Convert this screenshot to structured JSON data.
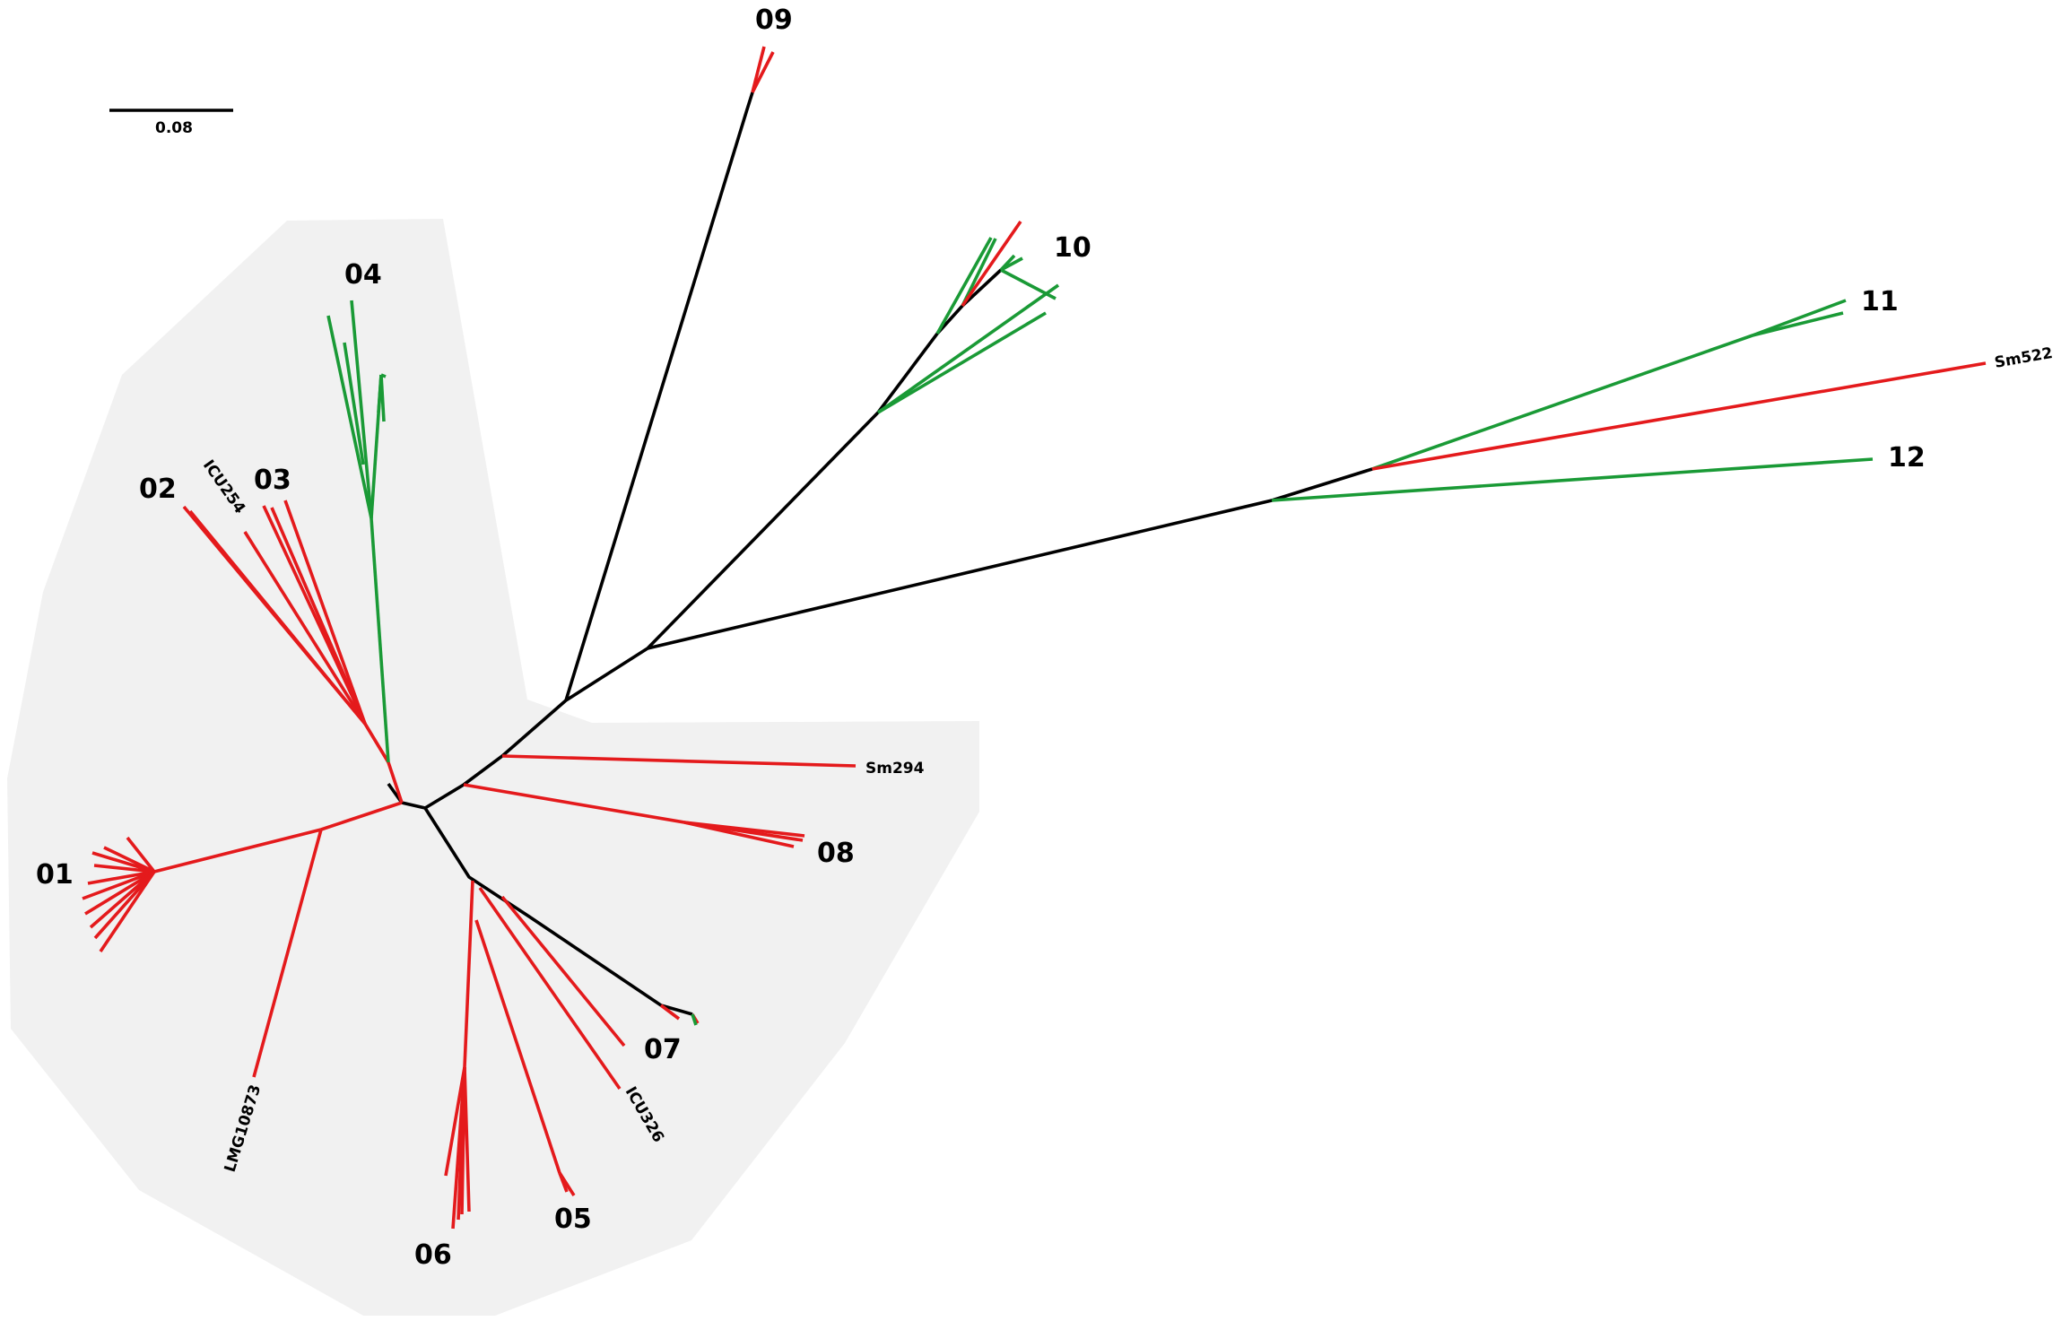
{
  "colors": {
    "background": "#ffffff",
    "shaded_region": "#f1f1f1",
    "backbone": "#000000",
    "red_branches": "#e41a1c",
    "green_branches": "#1a9a36"
  },
  "scale_bar": {
    "label": "0.08"
  },
  "cluster_labels": [
    "01",
    "02",
    "03",
    "04",
    "05",
    "06",
    "07",
    "08",
    "09",
    "10",
    "11",
    "12"
  ],
  "strain_labels": [
    "ICU254",
    "LMG10873",
    "ICU326",
    "Sm294",
    "Sm522"
  ]
}
